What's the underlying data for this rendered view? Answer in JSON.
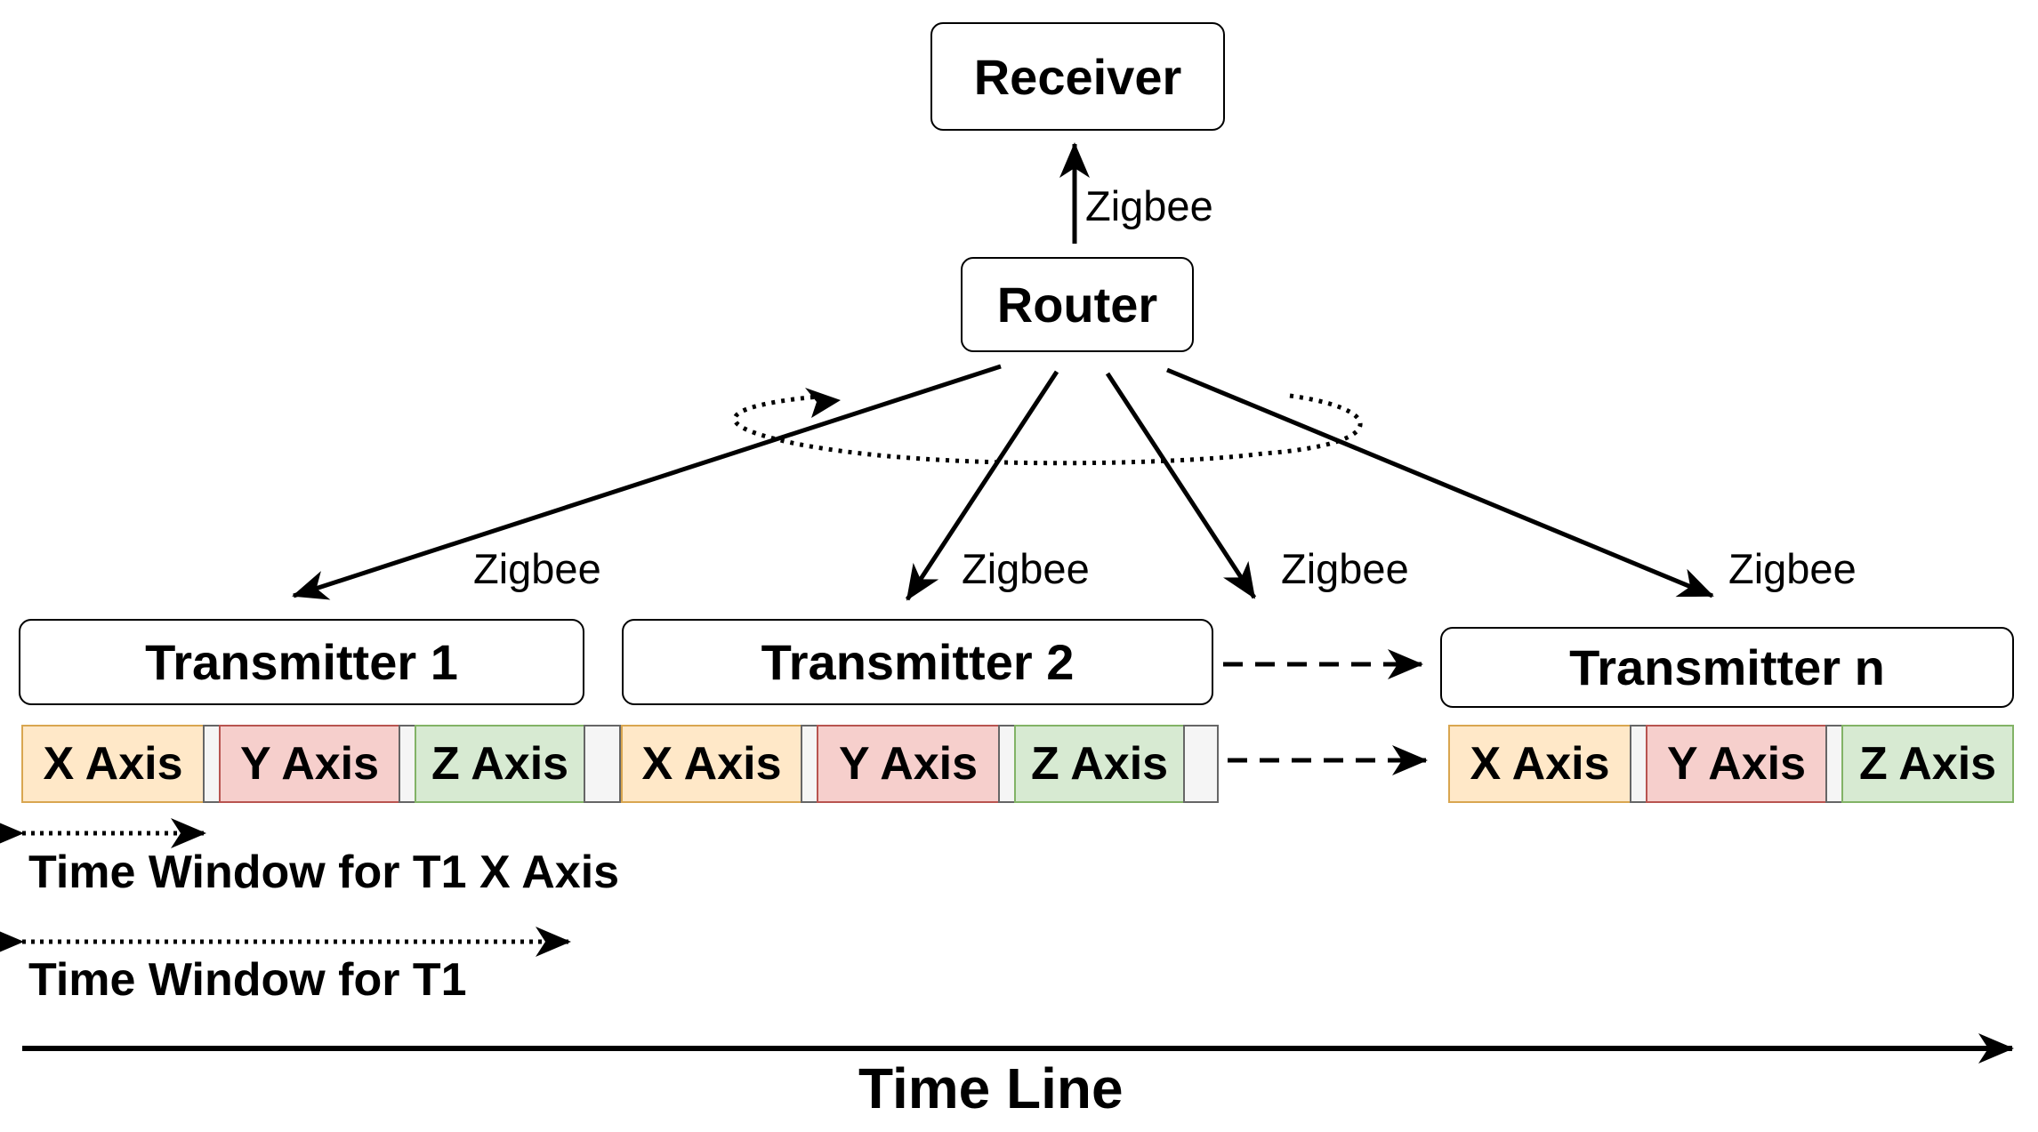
{
  "nodes": {
    "receiver": "Receiver",
    "router": "Router",
    "transmitter_1": "Transmitter 1",
    "transmitter_2": "Transmitter 2",
    "transmitter_n": "Transmitter n"
  },
  "links": {
    "router_receiver": "Zigbee",
    "router_t1": "Zigbee",
    "router_t2": "Zigbee",
    "router_t3": "Zigbee",
    "router_tn": "Zigbee"
  },
  "slots": {
    "t1": [
      "X Axis",
      "Y Axis",
      "Z Axis"
    ],
    "t2": [
      "X Axis",
      "Y Axis",
      "Z Axis"
    ],
    "tn": [
      "X Axis",
      "Y Axis",
      "Z Axis"
    ]
  },
  "annotations": {
    "window_axis": "Time Window for T1 X Axis",
    "window_t1": "Time Window for T1",
    "timeline": "Time Line"
  },
  "colors": {
    "x_axis_fill": "#ffe8c8",
    "y_axis_fill": "#f6cfcc",
    "z_axis_fill": "#d7ead2",
    "gap_fill": "#f5f5f5"
  }
}
